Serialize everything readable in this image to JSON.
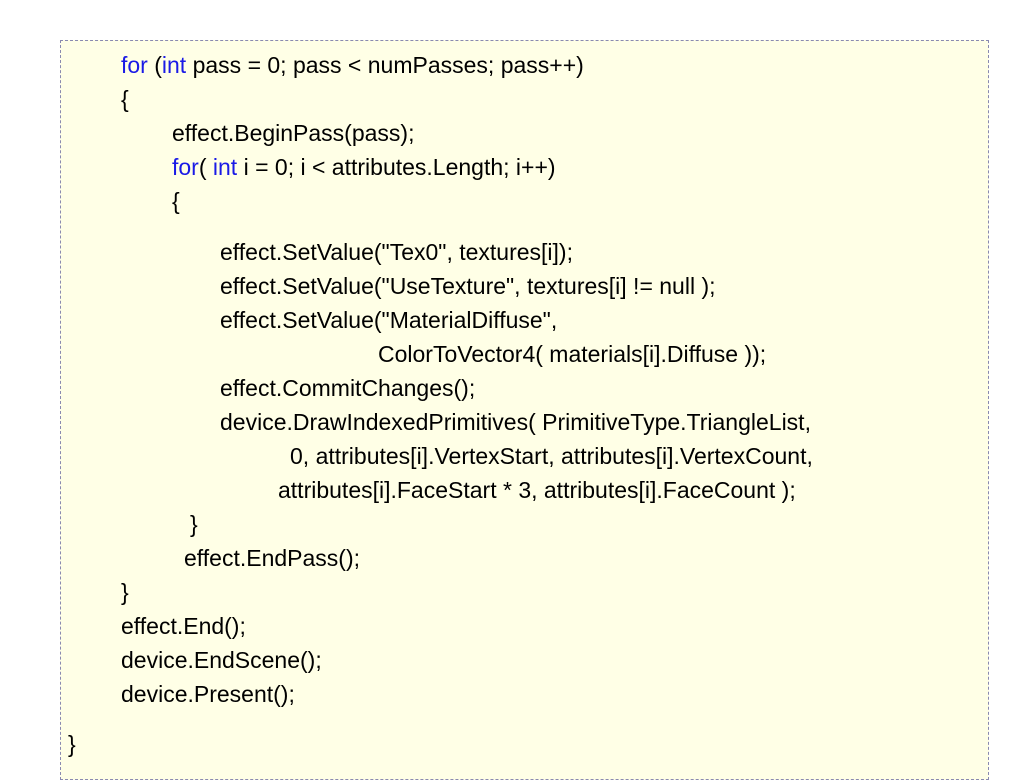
{
  "colors": {
    "keyword": "#1a1ae6",
    "text": "#000000",
    "background": "#ffffe6",
    "border": "#8a8ab0"
  },
  "code": {
    "line1": {
      "kw1": "for",
      "p1": " (",
      "kw2": "int",
      "p2": " pass = 0; pass < numPasses; pass++)"
    },
    "line2": "{",
    "line3": "effect.BeginPass(pass);",
    "line4": {
      "kw1": "for",
      "p1": "( ",
      "kw2": "int",
      "p2": " i = 0; i < attributes.Length; i++)"
    },
    "line5": "{",
    "line6": "effect.SetValue(\"Tex0\", textures[i]);",
    "line7": "effect.SetValue(\"UseTexture\", textures[i] != null );",
    "line8": "effect.SetValue(\"MaterialDiffuse\",",
    "line9": "ColorToVector4( materials[i].Diffuse ));",
    "line10": "effect.CommitChanges();",
    "line11": "device.DrawIndexedPrimitives( PrimitiveType.TriangleList,",
    "line12": "0, attributes[i].VertexStart, attributes[i].VertexCount,",
    "line13": "attributes[i].FaceStart * 3, attributes[i].FaceCount );",
    "line14": "}",
    "line15": "effect.EndPass();",
    "line16": "}",
    "line17": "effect.End();",
    "line18": "device.EndScene();",
    "line19": "device.Present();",
    "line20": "}"
  }
}
